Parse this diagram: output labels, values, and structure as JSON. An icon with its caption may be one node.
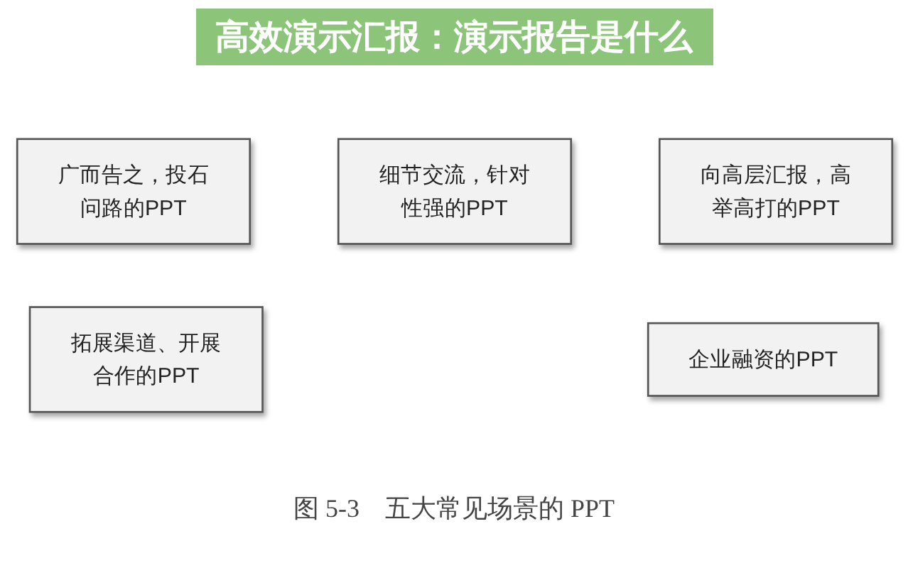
{
  "diagram": {
    "title": "高效演示汇报：演示报告是什么",
    "caption": "图 5-3　五大常见场景的 PPT",
    "nodes": [
      {
        "text": [
          "广而告之，投石问路的PPT"
        ]
      },
      {
        "text": [
          "细节交流，针对性强的PPT"
        ]
      },
      {
        "text": [
          "向高层汇报，高举高打的PPT"
        ]
      },
      {
        "text": [
          "拓展渠道、开展合作的PPT"
        ]
      },
      {
        "text": [
          "企业融资的PPT"
        ]
      }
    ]
  }
}
